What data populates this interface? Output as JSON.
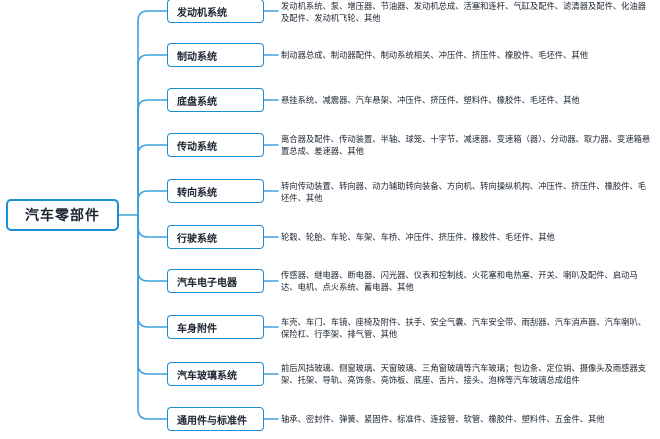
{
  "root": {
    "label": "汽车零部件"
  },
  "colors": {
    "connector": "#3fa0dc",
    "box_border": "#1a8fd6",
    "text": "#1c2430"
  },
  "categories": [
    {
      "label": "发动机系统",
      "details": "发动机系统、泵、增压器、节油器、发动机总成、活塞和连杆、气缸及配件、滤清器及配件、化油器及配件、发动机飞轮、其他"
    },
    {
      "label": "制动系统",
      "details": "制动器总成、制动器配件、制动系统相关、冲压件、挤压件、橡胶件、毛坯件、其他"
    },
    {
      "label": "底盘系统",
      "details": "悬挂系统、减震器、汽车悬架、冲压件、挤压件、塑料件、橡胶件、毛坯件、其他"
    },
    {
      "label": "传动系统",
      "details": "离合器及配件、传动装置、半轴、球笼、十字节、减速器、变速箱（器）、分动器、取力器、变速箱悬置总成、差速器、其他"
    },
    {
      "label": "转向系统",
      "details": "转向传动装置、转向器、动力辅助转向装备、方向机、转向操纵机构、冲压件、挤压件、橡胶件、毛坯件、其他"
    },
    {
      "label": "行驶系统",
      "details": "轮毂、轮胎、车轮、车架、车桥、冲压件、挤压件、橡胶件、毛坯件、其他"
    },
    {
      "label": "汽车电子电器",
      "details": "传感器、继电器、断电器、闪光器、仪表和控制线、火花塞和电热塞、开关、喇叭及配件、启动马达、电机、点火系统、蓄电器、其他"
    },
    {
      "label": "车身附件",
      "details": "车壳、车门、车镜、座椅及附件、扶手、安全气囊、汽车安全带、雨刮器、汽车消声器、汽车喇叭、保险杠、行李架、排气管、其他"
    },
    {
      "label": "汽车玻璃系统",
      "details": "前后风挡玻璃、侧窗玻璃、天窗玻璃、三角窗玻璃等汽车玻璃；包边条、定位销、摄像头及雨感器支架、托架、导轨、亮饰条、亮饰板、底座、舌片、接头、泡棉等汽车玻璃总成组件"
    },
    {
      "label": "通用件与标准件",
      "details": "轴承、密封件、弹簧、紧固件、标准件、连接管、软管、橡胶件、塑料件、五金件、其他"
    }
  ]
}
